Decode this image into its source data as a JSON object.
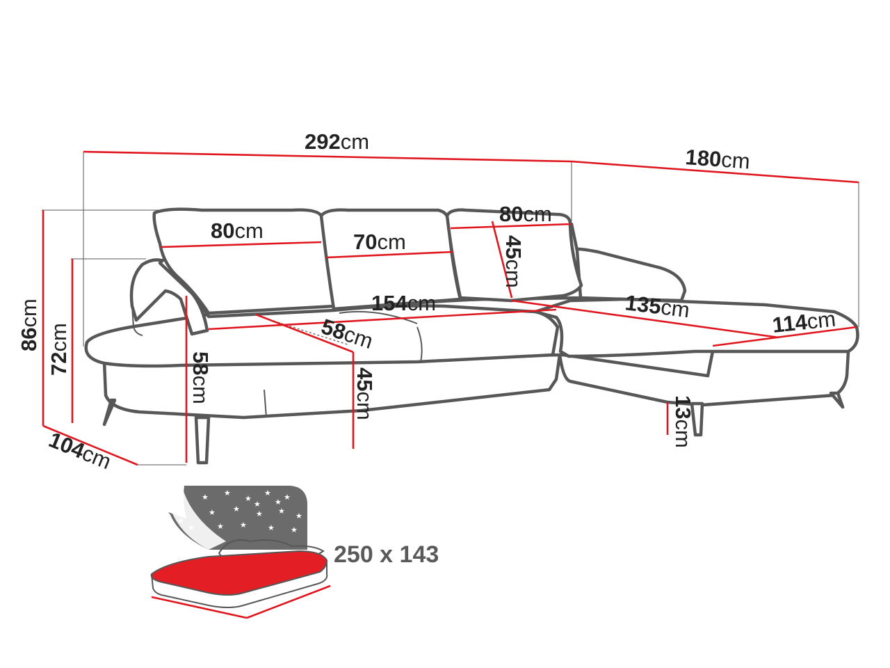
{
  "diagram": {
    "dimensions": {
      "total_length": {
        "value": "292",
        "unit": "cm"
      },
      "chaise_length": {
        "value": "180",
        "unit": "cm"
      },
      "pillow_left": {
        "value": "80",
        "unit": "cm"
      },
      "pillow_middle": {
        "value": "70",
        "unit": "cm"
      },
      "pillow_right": {
        "value": "80",
        "unit": "cm"
      },
      "pillow_height": {
        "value": "45",
        "unit": "cm"
      },
      "seat_width": {
        "value": "154",
        "unit": "cm"
      },
      "seat_depth": {
        "value": "58",
        "unit": "cm"
      },
      "chaise_seat_length": {
        "value": "135",
        "unit": "cm"
      },
      "chaise_width": {
        "value": "114",
        "unit": "cm"
      },
      "total_height": {
        "value": "86",
        "unit": "cm"
      },
      "back_height": {
        "value": "72",
        "unit": "cm"
      },
      "arm_height": {
        "value": "58",
        "unit": "cm"
      },
      "seat_height": {
        "value": "45",
        "unit": "cm"
      },
      "leg_height": {
        "value": "13",
        "unit": "cm"
      },
      "depth": {
        "value": "104",
        "unit": "cm"
      }
    },
    "sleeping_area": {
      "label": "250 x 143"
    },
    "colors": {
      "measure_line": "#e0161e",
      "outline": "#575757",
      "mattress": "#e31e24",
      "night_sky": "#6b6b6b"
    }
  }
}
